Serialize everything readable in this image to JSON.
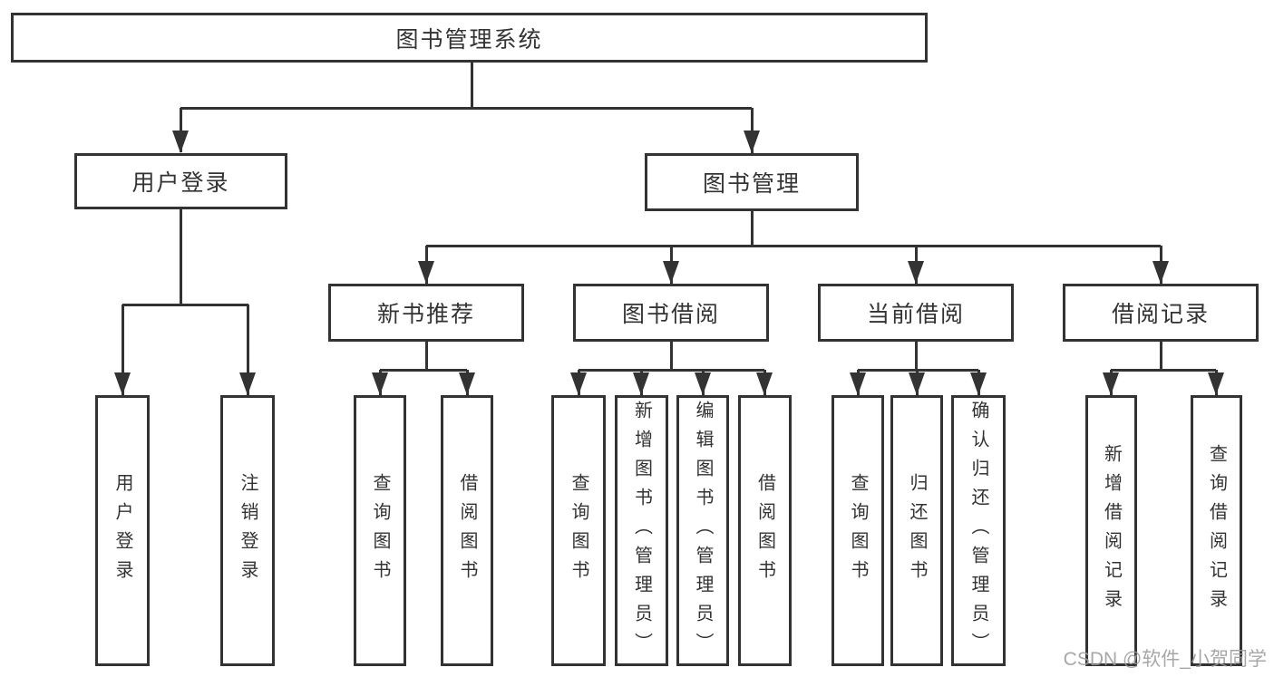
{
  "diagram": {
    "root": {
      "label": "图书管理系统",
      "children": [
        {
          "label": "用户登录",
          "children": [
            {
              "label": "用户登录"
            },
            {
              "label": "注销登录"
            }
          ]
        },
        {
          "label": "图书管理",
          "children": [
            {
              "label": "新书推荐",
              "children": [
                {
                  "label": "查询图书"
                },
                {
                  "label": "借阅图书"
                }
              ]
            },
            {
              "label": "图书借阅",
              "children": [
                {
                  "label": "查询图书"
                },
                {
                  "label": "新增图书（管理员）"
                },
                {
                  "label": "编辑图书（管理员）"
                },
                {
                  "label": "借阅图书"
                }
              ]
            },
            {
              "label": "当前借阅",
              "children": [
                {
                  "label": "查询图书"
                },
                {
                  "label": "归还图书"
                },
                {
                  "label": "确认归还（管理员）"
                }
              ]
            },
            {
              "label": "借阅记录",
              "children": [
                {
                  "label": "新增借阅记录"
                },
                {
                  "label": "查询借阅记录"
                }
              ]
            }
          ]
        }
      ]
    },
    "colors": {
      "line": "#333333",
      "box_background": "#ffffff",
      "text": "#333333",
      "watermark": "#9c9c9c"
    }
  },
  "watermark": {
    "text": "CSDN @软件_小贺同学"
  }
}
